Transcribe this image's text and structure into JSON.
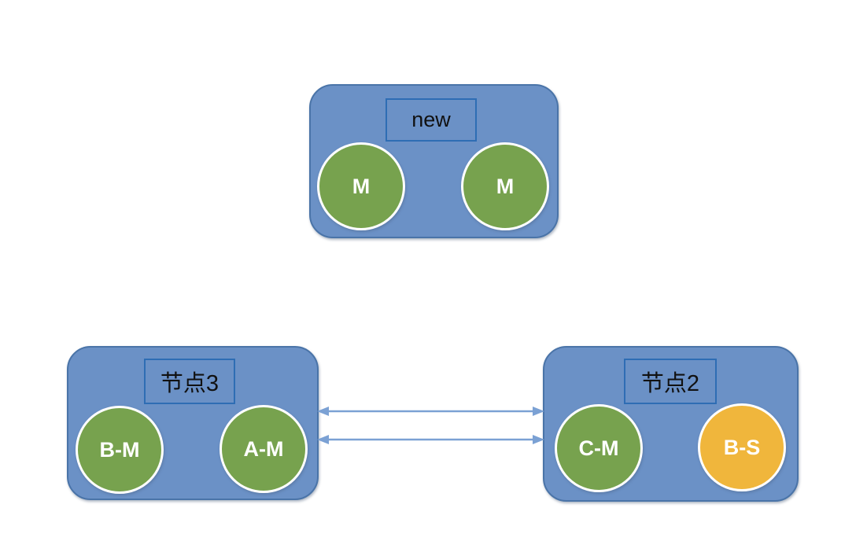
{
  "diagram": {
    "title": "replication-nodes-diagram",
    "background": "#ffffff",
    "colors": {
      "node_fill": "#6b91c6",
      "node_border": "#4a74a8",
      "label_box_border": "#2e6db4",
      "label_text": "#111111",
      "circle_green": "#77a24e",
      "circle_yellow": "#f0b63c",
      "circle_border": "#ffffff",
      "circle_text": "#ffffff",
      "arrow": "#7ba1d4"
    },
    "nodes": [
      {
        "id": "new",
        "label": "new",
        "circles": [
          {
            "label": "M",
            "color": "green"
          },
          {
            "label": "M",
            "color": "green"
          }
        ]
      },
      {
        "id": "node3",
        "label": "节点3",
        "circles": [
          {
            "label": "B-M",
            "color": "green"
          },
          {
            "label": "A-M",
            "color": "green"
          }
        ]
      },
      {
        "id": "node2",
        "label": "节点2",
        "circles": [
          {
            "label": "C-M",
            "color": "green"
          },
          {
            "label": "B-S",
            "color": "yellow"
          }
        ]
      }
    ],
    "connections": [
      {
        "from": "node3",
        "to": "node2",
        "style": "double-headed-arrow"
      },
      {
        "from": "node3",
        "to": "node2",
        "style": "double-headed-arrow"
      }
    ]
  }
}
